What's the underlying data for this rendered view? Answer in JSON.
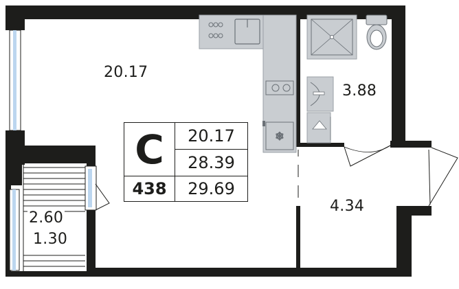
{
  "rooms": {
    "main": "20.17",
    "bathroom": "3.88",
    "hall": "4.34",
    "balcony_1": "2.60",
    "balcony_2": "1.30"
  },
  "summary": {
    "type_letter": "С",
    "number": "438",
    "living_area": "20.17",
    "total_area": "28.39",
    "total_with_balcony": "29.69"
  },
  "colors": {
    "wall": "#1d1d1b",
    "fixture": "#c9cdd1",
    "window": "#bcd6ef"
  }
}
